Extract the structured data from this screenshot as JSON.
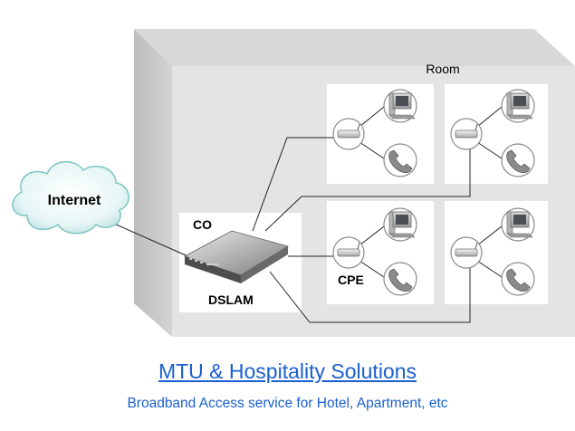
{
  "diagram": {
    "internet_label": "Internet",
    "room_label": "Room",
    "co_label": "CO",
    "dslam_label": "DSLAM",
    "cpe_label": "CPE"
  },
  "caption": {
    "title": "MTU & Hospitality Solutions",
    "subtitle": "Broadband Access service for Hotel, Apartment, etc"
  },
  "colors": {
    "building_front": "#e3e3e3",
    "building_side": "#c9c9c9",
    "building_top": "#d6d6d6",
    "room_fill": "#ffffff",
    "caption": "#1a5fd0",
    "cloud": "#dff3f3"
  },
  "icons": [
    "cloud-icon",
    "dslam-icon",
    "modem-icon",
    "computer-icon",
    "phone-icon"
  ]
}
